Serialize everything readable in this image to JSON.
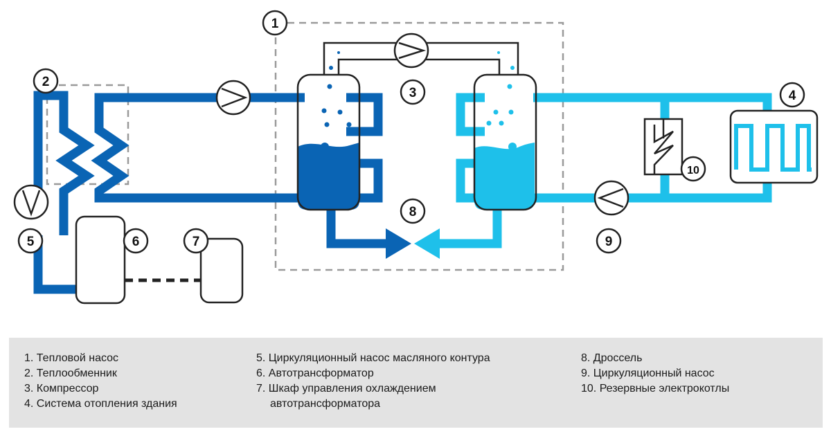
{
  "colors": {
    "dark_blue": "#0a64b4",
    "light_blue": "#1ec0ea",
    "dashed_border": "#9a9a9a",
    "legend_bg": "#e3e3e3"
  },
  "labels": [
    "1",
    "2",
    "3",
    "4",
    "5",
    "6",
    "7",
    "8",
    "9",
    "10"
  ],
  "legend": {
    "col1": [
      "1. Тепловой насос",
      "2. Теплообменник",
      "3. Компрессор",
      "4. Система отопления здания"
    ],
    "col2": [
      "5. Циркуляционный насос масляного контура",
      "6. Автотрансформатор",
      "7. Шкаф управления охлаждением",
      "автотрансформатора"
    ],
    "col3": [
      "8. Дроссель",
      "9. Циркуляционный насос",
      "10. Резервные электрокотлы"
    ]
  }
}
